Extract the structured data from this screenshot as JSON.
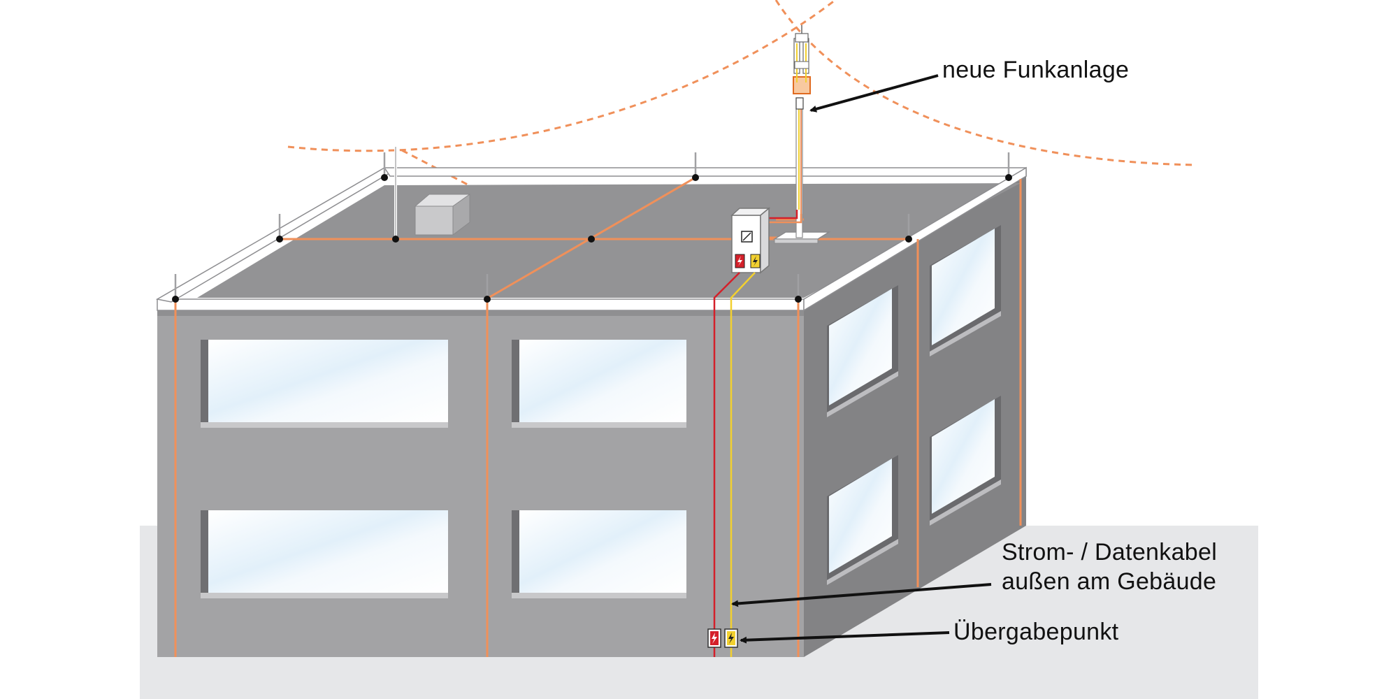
{
  "labels": {
    "radio_system": "neue Funkanlage",
    "cable_line1": "Strom- / Datenkabel",
    "cable_line2": "außen am Gebäude",
    "handover_point": "Übergabepunkt"
  },
  "colors": {
    "lightning_conductor": "#f0905a",
    "power_cable": "#d4202a",
    "data_cable": "#f2d030",
    "facade_front": "#a3a3a5",
    "facade_side": "#838385",
    "roof": "#939395",
    "ground": "#e6e7e9",
    "arrow": "#111111"
  },
  "icons": [
    "lightning-bolt-icon",
    "meter-icon",
    "arrow-icon"
  ]
}
